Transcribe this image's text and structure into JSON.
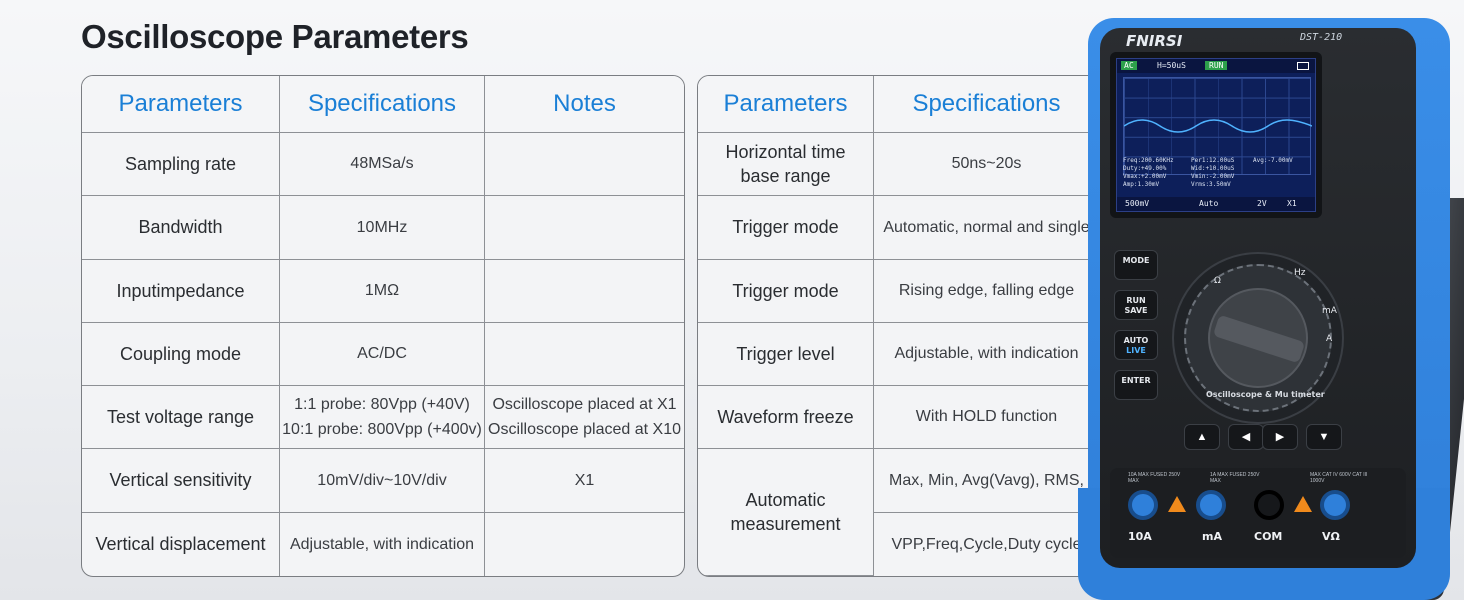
{
  "title": "Oscilloscope Parameters",
  "table1": {
    "headers": [
      "Parameters",
      "Specifications",
      "Notes"
    ],
    "rows": [
      {
        "param": "Sampling rate",
        "spec": "48MSa/s",
        "note": ""
      },
      {
        "param": "Bandwidth",
        "spec": "10MHz",
        "note": ""
      },
      {
        "param": "Inputimpedance",
        "spec": "1MΩ",
        "note": ""
      },
      {
        "param": "Coupling mode",
        "spec": "AC/DC",
        "note": ""
      },
      {
        "param": "Test voltage range",
        "spec1": "1:1 probe: 80Vpp (+40V)",
        "spec2": "10:1 probe: 800Vpp (+400v)",
        "note1": "Oscilloscope placed at X1",
        "note2": "Oscilloscope placed at X10"
      },
      {
        "param": "Vertical sensitivity",
        "spec": "10mV/div~10V/div",
        "note": "X1"
      },
      {
        "param": "Vertical displacement",
        "spec": "Adjustable, with indication",
        "note": ""
      }
    ]
  },
  "table2": {
    "headers": [
      "Parameters",
      "Specifications"
    ],
    "rows": [
      {
        "param1": "Horizontal time",
        "param2": "base range",
        "spec": "50ns~20s"
      },
      {
        "param": "Trigger mode",
        "spec": "Automatic, normal and single"
      },
      {
        "param": "Trigger mode",
        "spec": "Rising edge, falling edge"
      },
      {
        "param": "Trigger level",
        "spec": "Adjustable, with indication"
      },
      {
        "param": "Waveform freeze",
        "spec": "With HOLD function"
      },
      {
        "param1": "Automatic",
        "param2": "measurement",
        "spec_a": "Max, Min, Avg(Vavg), RMS,",
        "spec_b": "VPP,Freq,Cycle,Duty cycle"
      }
    ]
  },
  "device": {
    "brand": "FNIRSI",
    "model": "DST-210",
    "screen": {
      "coupling": "AC",
      "timebase": "H=50uS",
      "status": "RUN",
      "volts": "500mV",
      "trigger": "Auto",
      "range": "2V",
      "probe": "X1",
      "meas": [
        "Freq:200.60KHz",
        "Per1:12.00uS",
        "Duty:+49.00%",
        "Wid:+10.00uS",
        "Vmax:+2.00mV",
        "Vmin:-2.00mV",
        "Amp:1.30mV",
        "Vrms:3.50mV",
        "Avg:-7.00mV"
      ]
    },
    "buttons": {
      "mode": "MODE",
      "run_save_1": "RUN",
      "run_save_2": "SAVE",
      "auto": "AUTO",
      "live": "LIVE",
      "enter": "ENTER"
    },
    "dial_label": "Oscilloscope & Mu timeter",
    "dial_symbols": [
      "Ω",
      "Hz",
      "mA",
      "A"
    ],
    "nav": [
      "▲",
      "◀",
      "▶",
      "▼"
    ],
    "jacks": [
      "10A",
      "mA",
      "COM",
      "VΩ"
    ],
    "jack_ratings": [
      "10A MAX FUSED 250V MAX",
      "1A MAX FUSED 250V MAX",
      "MAX CAT IV 600V CAT III 1000V"
    ],
    "colors": {
      "accent": "#1a7fd6",
      "device_blue": "#2f80da",
      "warning": "#f08a1c"
    }
  }
}
